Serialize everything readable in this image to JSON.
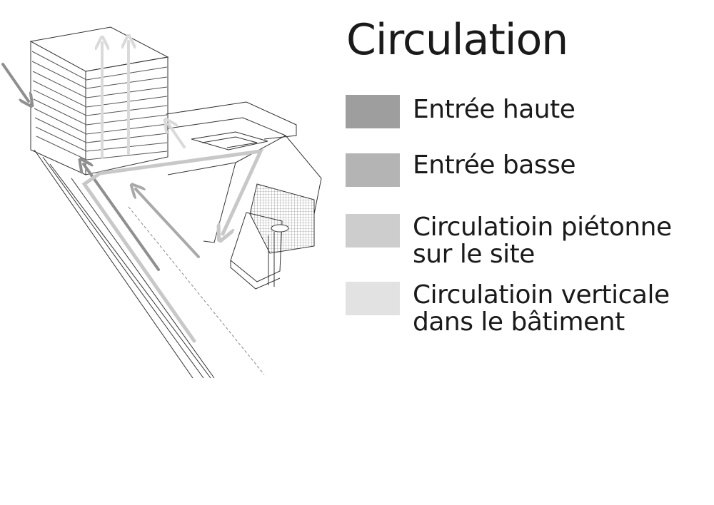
{
  "title": "Circulation",
  "legend": [
    {
      "label_lines": [
        "Entrée haute"
      ],
      "color": "#9e9e9e"
    },
    {
      "label_lines": [
        "Entrée basse"
      ],
      "color": "#b4b4b4"
    },
    {
      "label_lines": [
        "Circulatioin piétonne",
        "sur le site"
      ],
      "color": "#cdcdcd"
    },
    {
      "label_lines": [
        "Circulatioin verticale",
        "dans le bâtiment"
      ],
      "color": "#e2e2e2"
    }
  ]
}
